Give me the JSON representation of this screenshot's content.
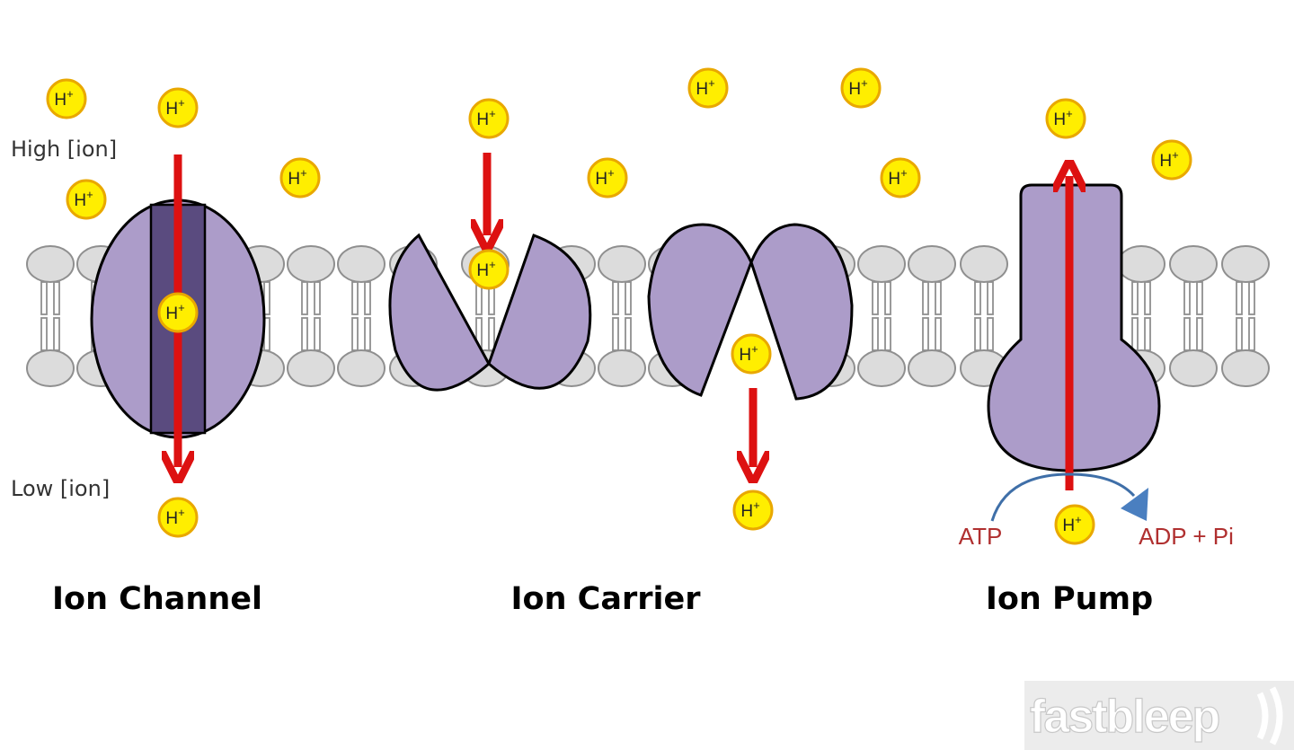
{
  "labels": {
    "high_conc": "High [ion]",
    "low_conc": "Low [ion]",
    "channel_title": "Ion Channel",
    "carrier_title": "Ion Carrier",
    "pump_title": "Ion Pump",
    "atp": "ATP",
    "adp": "ADP + Pi"
  },
  "ion": {
    "base": "H",
    "charge": "+"
  },
  "logo": {
    "text": "fastbleep"
  },
  "colors": {
    "protein_fill": "#ac9cc9",
    "channel_pore": "#5a4b7f",
    "arrow_red": "#dd1111",
    "ion_fill": "#ffee00",
    "ion_ring": "#e9a800",
    "lipid_fill": "#dcdcdc",
    "lipid_stroke": "#8f8f8f",
    "atp_arrow": "#3f6fa8"
  }
}
